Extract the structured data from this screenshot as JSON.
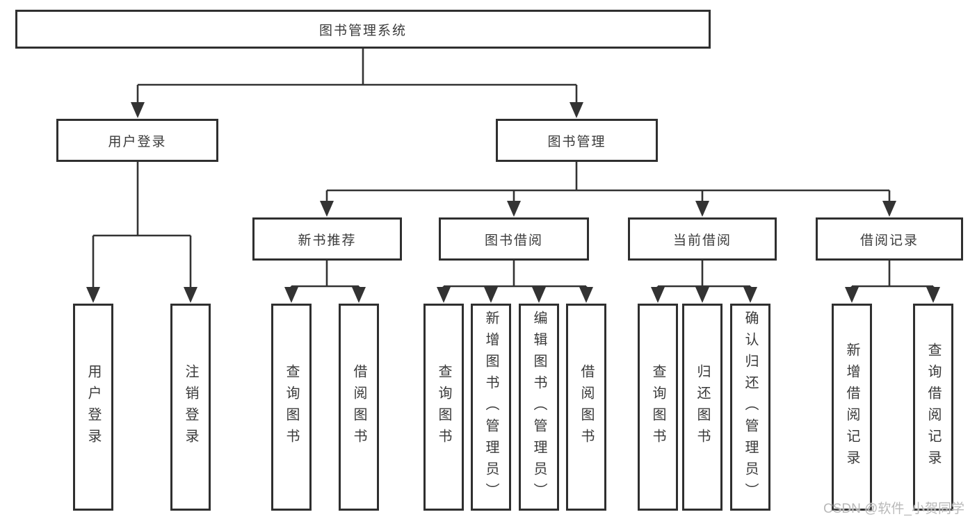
{
  "diagram": {
    "title_node": {
      "label": "图书管理系统"
    },
    "level2": [
      {
        "id": "user-login",
        "label": "用户登录"
      },
      {
        "id": "book-management",
        "label": "图书管理"
      }
    ],
    "level3": [
      {
        "id": "new-book-recommend",
        "label": "新书推荐"
      },
      {
        "id": "book-borrow",
        "label": "图书借阅"
      },
      {
        "id": "current-borrow",
        "label": "当前借阅"
      },
      {
        "id": "borrow-records",
        "label": "借阅记录"
      }
    ],
    "leaves": {
      "user_login": [
        {
          "label": "用户登录"
        },
        {
          "label": "注销登录"
        }
      ],
      "new_books": [
        {
          "label": "查询图书"
        },
        {
          "label": "借阅图书"
        }
      ],
      "book_borrow": [
        {
          "label": "查询图书"
        },
        {
          "label": "新增图书（管理员）"
        },
        {
          "label": "编辑图书（管理员）"
        },
        {
          "label": "借阅图书"
        }
      ],
      "current_borrow": [
        {
          "label": "查询图书"
        },
        {
          "label": "归还图书"
        },
        {
          "label": "确认归还（管理员）"
        }
      ],
      "borrow_records": [
        {
          "label": "新增借阅记录"
        },
        {
          "label": "查询借阅记录"
        }
      ]
    },
    "colors": {
      "line": "#333333",
      "box_border": "#2f2f2f",
      "text": "#3a3a3a",
      "background": "#ffffff",
      "watermark": "#b9b9b9"
    }
  },
  "watermark": {
    "text": "CSDN @软件_小贺同学"
  }
}
